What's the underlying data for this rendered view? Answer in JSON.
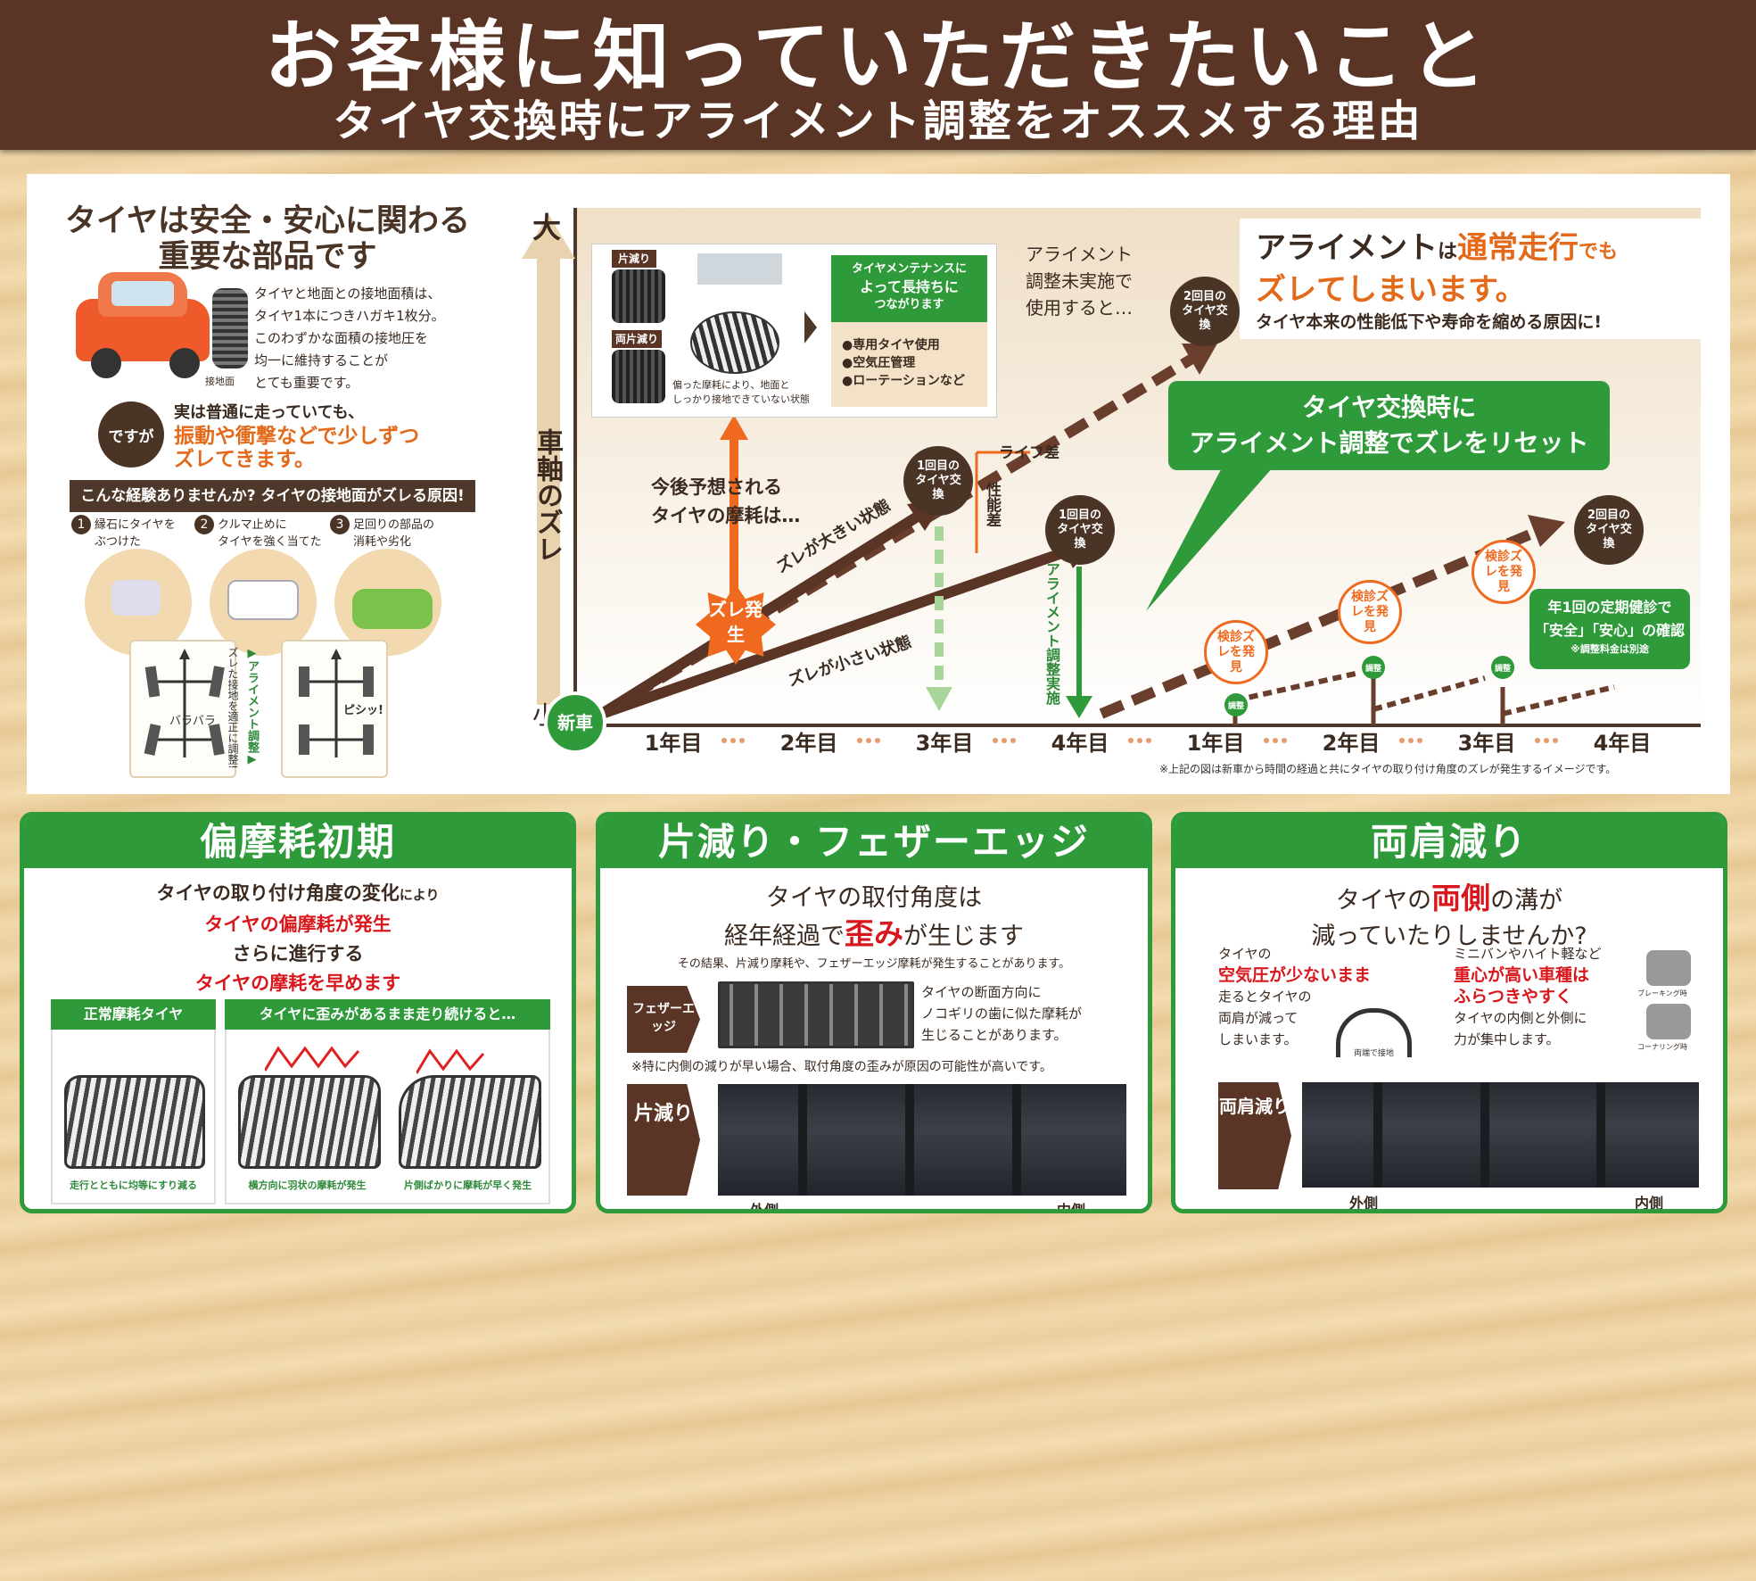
{
  "header": {
    "title": "お客様に知っていただきたいこと",
    "subtitle": "タイヤ交換時にアライメント調整をオススメする理由"
  },
  "left": {
    "heading1": "タイヤは安全・安心に関わる",
    "heading2": "重要な部品です",
    "text": [
      "タイヤと地面との接地面積は、",
      "タイヤ1本につきハガキ1枚分。",
      "このわずかな面積の接地圧を",
      "均一に維持することが",
      "とても重要です。"
    ],
    "contact_label": "接地面",
    "desu_ga": "ですが",
    "msg1": "実は普通に走っていても、",
    "msg2": "振動や衝撃などで少しずつ",
    "msg3": "ズレてきます。",
    "bar": "こんな経験ありませんか? タイヤの接地面がズレる原因!",
    "causes": [
      {
        "n": "1",
        "t1": "縁石にタイヤを",
        "t2": "ぶつけた"
      },
      {
        "n": "2",
        "t1": "クルマ止めに",
        "t2": "タイヤを強く当てた"
      },
      {
        "n": "3",
        "t1": "足回りの部品の",
        "t2": "消耗や劣化"
      }
    ],
    "align_note1": "▶アライメント調整▶",
    "align_note2": "ズレた接地を適正に調整!",
    "barabara": "バラバラ",
    "pishi": "ピシッ!"
  },
  "chart": {
    "y_top": "大",
    "y_bottom": "小",
    "y_label": "車軸のズレ",
    "start": "新車",
    "x_labels": [
      "1年目",
      "2年目",
      "3年目",
      "4年目",
      "1年目",
      "2年目",
      "3年目",
      "4年目"
    ],
    "inset": {
      "tag1": "片減り",
      "tag2": "両片減り",
      "caption1": "偏った摩耗により、地面と",
      "caption2": "しっかり接地できていない状態",
      "green1": "タイヤメンテナンスに",
      "green2": "よって長持ちに",
      "green3": "つながります",
      "items": [
        "●専用タイヤ使用",
        "●空気圧管理",
        "●ローテーションなど"
      ]
    },
    "unadjusted1": "アライメント",
    "unadjusted2": "調整未実施で",
    "unadjusted3": "使用すると…",
    "callout1a": "アライメント",
    "callout1b": "は",
    "callout1c": "通常走行",
    "callout1d": "でも",
    "callout2": "ズレてしまいます。",
    "callout3": "タイヤ本来の性能低下や寿命を縮める原因に!",
    "green_callout1": "タイヤ交換時に",
    "green_callout2": "アライメント調整でズレをリセット",
    "forecast1": "今後予想される",
    "forecast2": "タイヤの摩耗は…",
    "zure": "ズレ発生",
    "big_shift": "ズレが大きい状態",
    "small_shift": "ズレが小さい状態",
    "life_gap": "ライフ差",
    "perf_gap": "性能差",
    "align_impl": "アライメント調整実施",
    "swap1": "1回目のタイヤ交換",
    "swap1b": "1回目のタイヤ交換",
    "swap2": "2回目のタイヤ交換",
    "swap2b": "2回目のタイヤ交換",
    "check": "検診ズレを発見",
    "adjust": "調整",
    "annual1": "年1回の定期健診で",
    "annual2": "「安全」「安心」の確認",
    "annual3": "※調整料金は別途",
    "footnote": "※上記の図は新車から時間の経過と共にタイヤの取り付け角度のズレが発生するイメージです。"
  },
  "card1": {
    "title": "偏摩耗初期",
    "l1a": "タイヤの取り付け角度の変化",
    "l1b": "により",
    "l2": "タイヤの偏摩耗が発生",
    "l3": "さらに進行する",
    "l4": "タイヤの摩耗を早めます",
    "box1": "正常摩耗タイヤ",
    "box2": "タイヤに歪みがあるまま走り続けると…",
    "c1": "走行とともに均等にすり減る",
    "c2": "横方向に羽状の摩耗が発生",
    "c3": "片側ばかりに摩耗が早く発生"
  },
  "card2": {
    "title": "片減り・フェザーエッジ",
    "l1": "タイヤの取付角度は",
    "l2a": "経年経過で",
    "l2b": "歪み",
    "l2c": "が生じます",
    "l3": "その結果、片減り摩耗や、フェザーエッジ摩耗が発生することがあります。",
    "tag1": "フェザーエッジ",
    "d1": "タイヤの断面方向に",
    "d2": "ノコギリの歯に似た摩耗が",
    "d3": "生じることがあります。",
    "note": "※特に内側の減りが早い場合、取付角度の歪みが原因の可能性が高いです。",
    "tag2": "片減り",
    "outer": "外側",
    "inner": "内側"
  },
  "card3": {
    "title": "両肩減り",
    "l1a": "タイヤの",
    "l1b": "両側",
    "l1c": "の溝が",
    "l2": "減っていたりしませんか?",
    "a1": "タイヤの",
    "a2": "空気圧が少ないまま",
    "a3": "走るとタイヤの",
    "a4": "両肩が減って",
    "a5": "しまいます。",
    "b1": "ミニバンやハイト軽など",
    "b2": "重心が高い車種は",
    "b3": "ふらつきやすく",
    "b4": "タイヤの内側と外側に",
    "b5": "力が集中します。",
    "both": "両端で接地",
    "brake": "ブレーキング時",
    "corner": "コーナリング時",
    "tag": "両肩減り",
    "outer": "外側",
    "inner": "内側"
  }
}
